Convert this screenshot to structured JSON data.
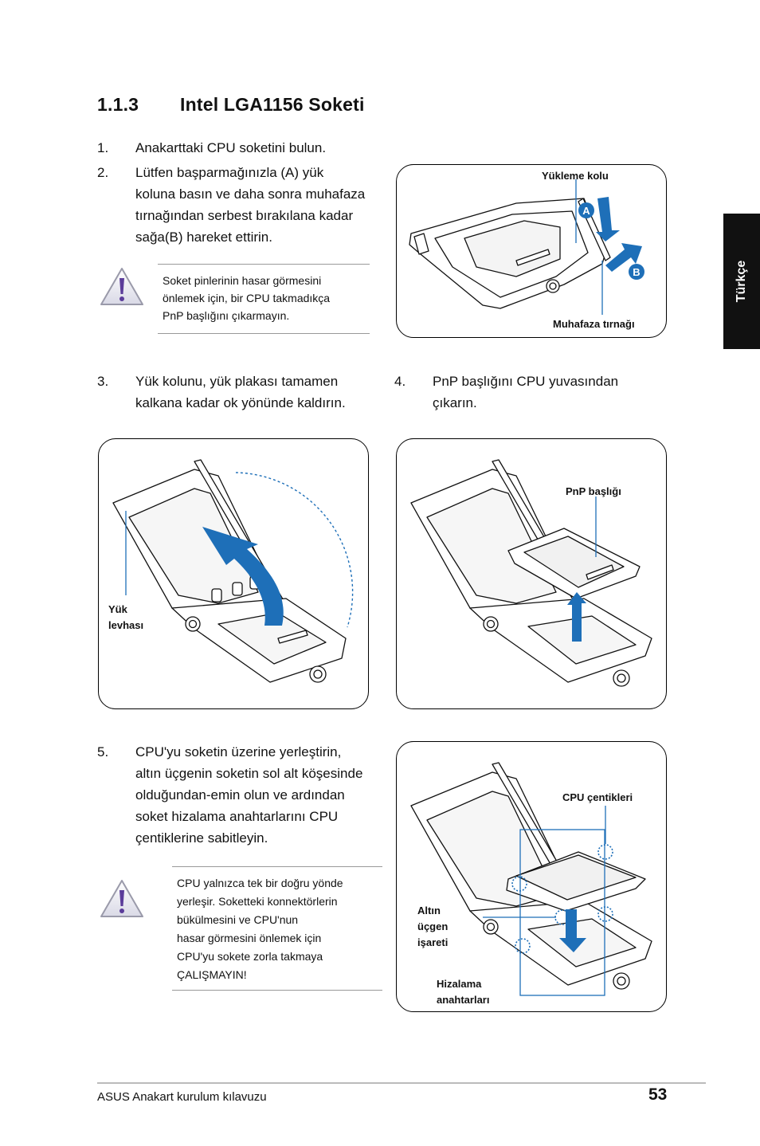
{
  "heading": {
    "number": "1.1.3",
    "title": "Intel LGA1156 Soketi"
  },
  "side_tab": "Türkçe",
  "steps": {
    "s1": {
      "n": "1.",
      "text": "Anakarttaki CPU soketini bulun."
    },
    "s2": {
      "n": "2.",
      "lines": [
        "Lütfen başparmağınızla (A) yük",
        "koluna basın ve daha sonra muhafaza",
        "tırnağından serbest bırakılana kadar",
        "sağa(B) hareket ettirin."
      ]
    },
    "s3": {
      "n": "3.",
      "lines": [
        "Yük kolunu, yük plakası tamamen",
        "kalkana kadar ok yönünde kaldırın."
      ]
    },
    "s4": {
      "n": "4.",
      "lines": [
        "PnP başlığını CPU yuvasından",
        "çıkarın."
      ]
    },
    "s5": {
      "n": "5.",
      "lines": [
        "CPU'yu soketin üzerine yerleştirin,",
        "altın üçgenin soketin sol alt köşesinde",
        "olduğundan-emin olun ve ardından",
        "soket hizalama anahtarlarını CPU",
        "çentiklerine sabitleyin."
      ]
    }
  },
  "notes": {
    "n1": [
      "Soket pinlerinin hasar görmesini",
      "önlemek için, bir CPU takmadıkça",
      "PnP başlığını çıkarmayın."
    ],
    "n2": [
      "CPU yalnızca tek bir doğru yönde",
      "yerleşir. Soketteki konnektörlerin",
      "bükülmesini ve CPU'nun",
      "hasar görmesini önlemek için",
      "CPU'yu sokete zorla takmaya",
      "ÇALIŞMAYIN!"
    ]
  },
  "figures": {
    "fig1": {
      "load_lever": "Yükleme kolu",
      "retention_tab": "Muhafaza tırnağı",
      "badge_a": "A",
      "badge_b": "B"
    },
    "fig2": {
      "load_plate": [
        "Yük",
        "levhası"
      ]
    },
    "fig3": {
      "pnp_cap": "PnP başlığı"
    },
    "fig4": {
      "cpu_notches": "CPU çentikleri",
      "gold_triangle": [
        "Altın",
        "üçgen",
        "işareti"
      ],
      "alignment_keys": [
        "Hizalama",
        "anahtarları"
      ]
    }
  },
  "footer": {
    "text": "ASUS Anakart kurulum kılavuzu",
    "page": "53"
  },
  "colors": {
    "accent_blue": "#1e6fb8",
    "warning_purple": "#5b3c9a",
    "side_tab_bg": "#111111"
  }
}
